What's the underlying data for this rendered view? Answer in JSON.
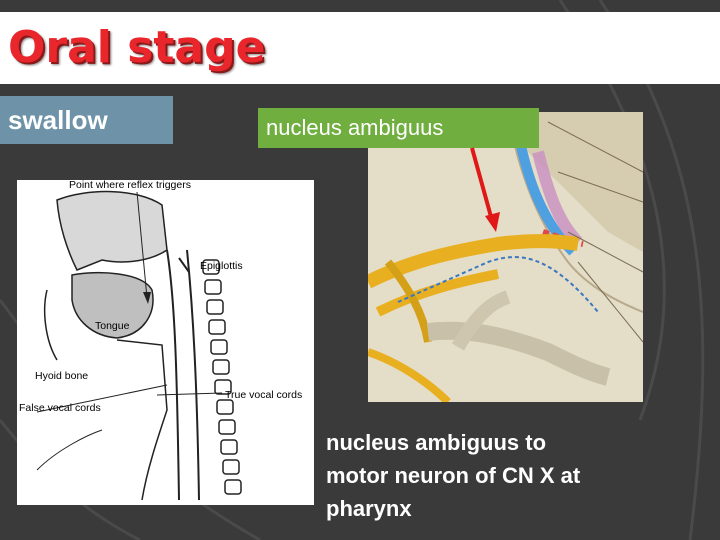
{
  "slide": {
    "title": "Oral stage",
    "swallow_label": "swallow",
    "nucleus_label": "nucleus ambiguus",
    "caption_lines": [
      "nucleus ambiguus to",
      "motor neuron of CN X at",
      "pharynx"
    ]
  },
  "left_diagram": {
    "labels": {
      "reflex": "Point where reflex triggers",
      "epiglottis": "Epiglottis",
      "tongue": "Tongue",
      "hyoid": "Hyoid bone",
      "true_cords": "True vocal cords",
      "false_cords": "False vocal cords"
    }
  },
  "colors": {
    "title_red": "#e8262b",
    "swallow_blue": "#6e93a8",
    "nucleus_green": "#6fae3f",
    "background": "#3a3a3a",
    "arrow_red": "#e01818"
  }
}
